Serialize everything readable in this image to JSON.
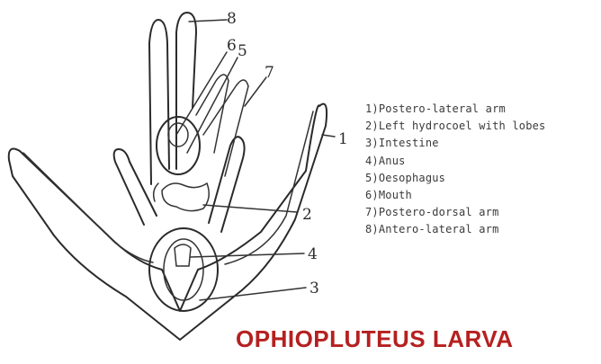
{
  "diagram": {
    "title": "OPHIOPLUTEUS LARVA",
    "title_color": "#b52020",
    "label_numbers": [
      "1",
      "2",
      "3",
      "4",
      "5",
      "6",
      "7",
      "8"
    ],
    "legend": [
      "1)Postero-lateral arm",
      "2)Left hydrocoel with lobes",
      "3)Intestine",
      "4)Anus",
      "5)Oesophagus",
      "6)Mouth",
      "7)Postero-dorsal arm",
      "8)Antero-lateral arm"
    ]
  }
}
